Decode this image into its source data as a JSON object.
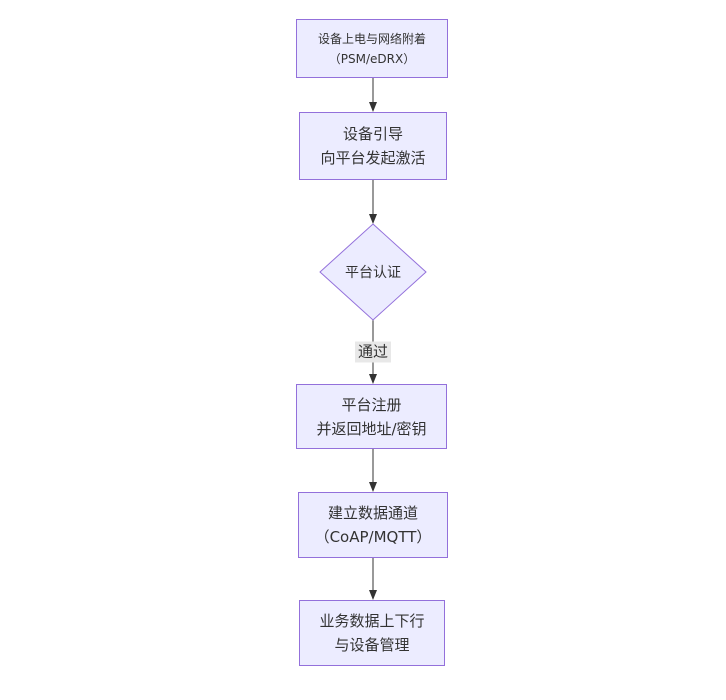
{
  "diagram": {
    "type": "flowchart",
    "direction": "top-down",
    "background": "#ffffff",
    "node_fill": "#ececff",
    "node_border": "#9370db",
    "text_color": "#333333",
    "arrow_color": "#333333",
    "edge_label_bg": "#e8e8e8",
    "nodes": [
      {
        "id": "power-attach",
        "shape": "rect",
        "lines": [
          "设备上电与网络附着",
          "（PSM/eDRX）"
        ]
      },
      {
        "id": "bootstrap",
        "shape": "rect",
        "lines": [
          "设备引导",
          "向平台发起激活"
        ]
      },
      {
        "id": "platform-auth",
        "shape": "diamond",
        "lines": [
          "平台认证"
        ]
      },
      {
        "id": "platform-register",
        "shape": "rect",
        "lines": [
          "平台注册",
          "并返回地址/密钥"
        ]
      },
      {
        "id": "data-channel",
        "shape": "rect",
        "lines": [
          "建立数据通道",
          "（CoAP/MQTT）"
        ]
      },
      {
        "id": "business-data",
        "shape": "rect",
        "lines": [
          "业务数据上下行",
          "与设备管理"
        ]
      }
    ],
    "edges": [
      {
        "from": "power-attach",
        "to": "bootstrap",
        "label": ""
      },
      {
        "from": "bootstrap",
        "to": "platform-auth",
        "label": ""
      },
      {
        "from": "platform-auth",
        "to": "platform-register",
        "label": "通过"
      },
      {
        "from": "platform-register",
        "to": "data-channel",
        "label": ""
      },
      {
        "from": "data-channel",
        "to": "business-data",
        "label": ""
      }
    ]
  }
}
